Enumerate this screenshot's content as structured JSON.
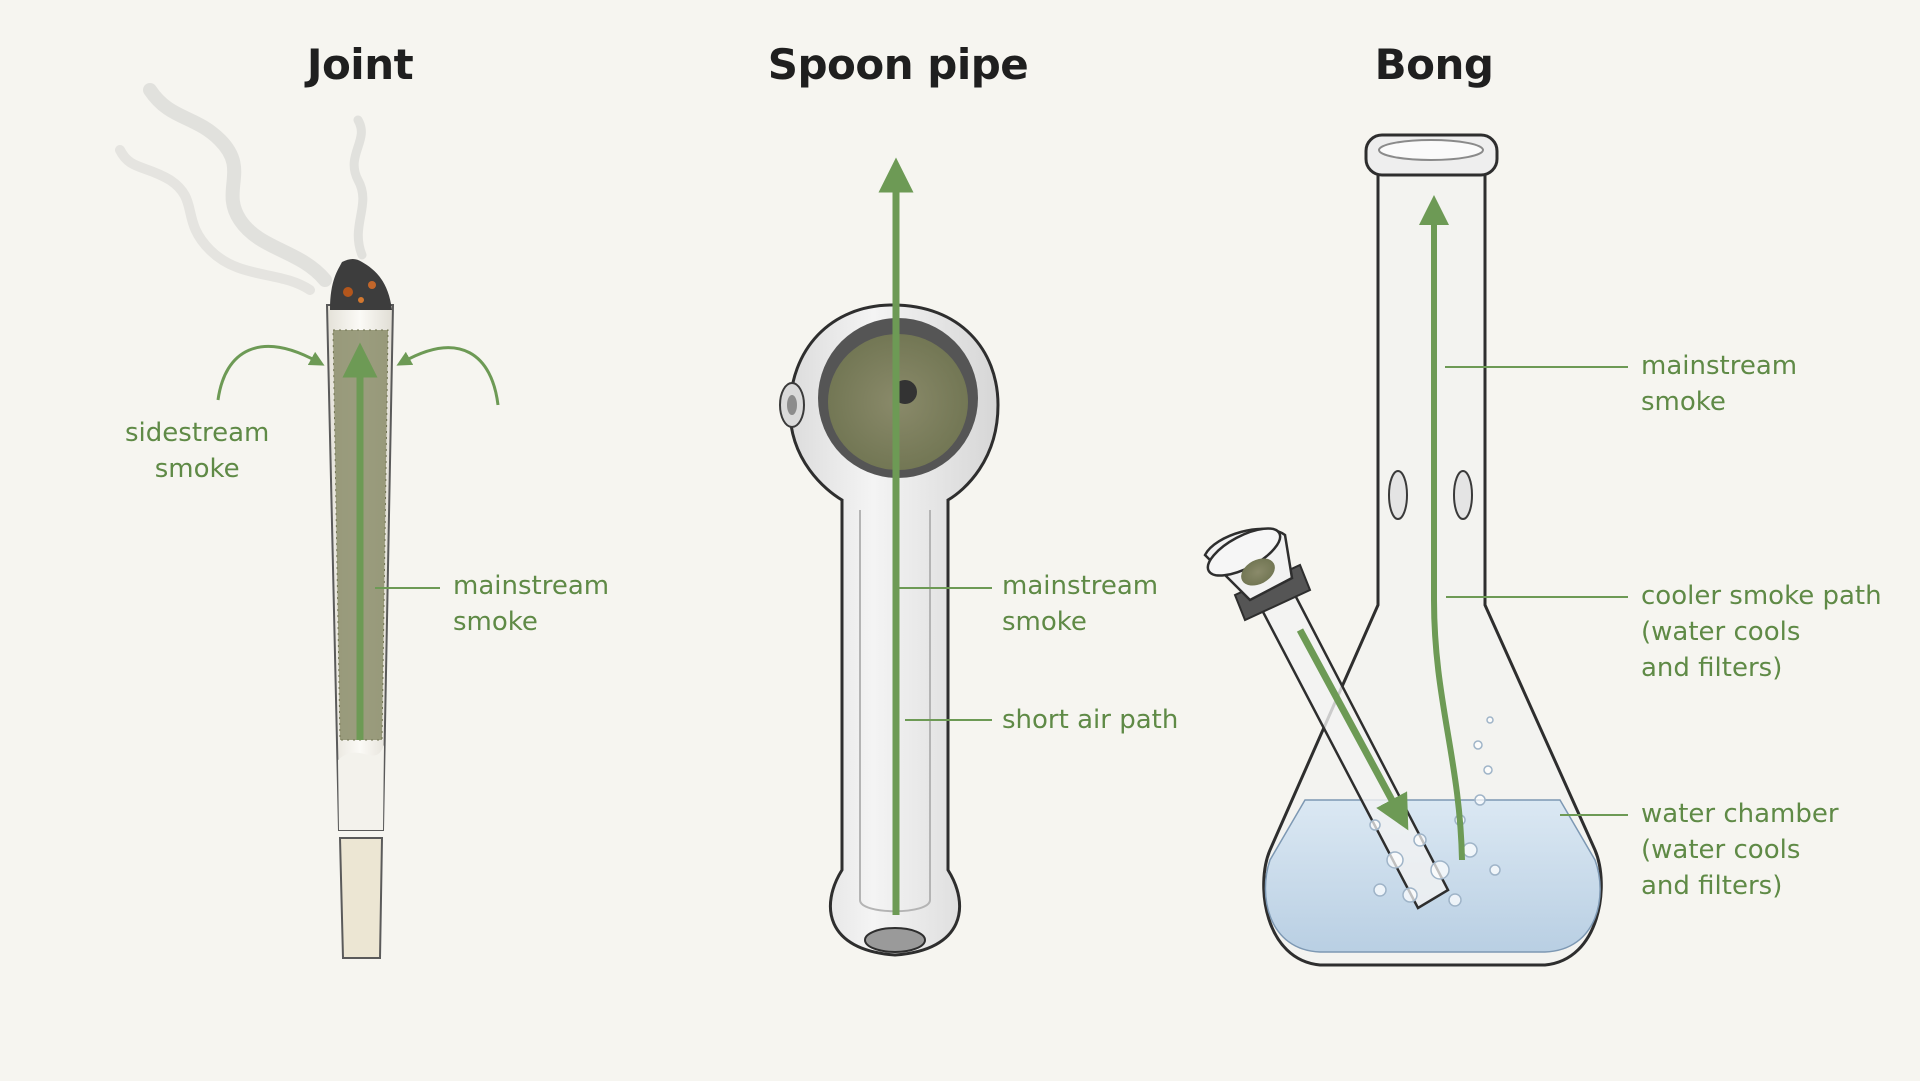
{
  "titles": {
    "joint": "Joint",
    "spoon_pipe": "Spoon pipe",
    "bong": "Bong"
  },
  "joint_labels": {
    "sidestream": "sidestream\nsmoke",
    "mainstream": "mainstream\nsmoke"
  },
  "spoon_labels": {
    "mainstream": "mainstream\nsmoke",
    "air_path": "short air path"
  },
  "bong_labels": {
    "mainstream": "mainstream\nsmoke",
    "cooler_path": "cooler smoke path\n(water cools\nand filters)",
    "water_chamber": "water chamber\n(water cools\nand filters)"
  },
  "colors": {
    "arrow_green": "#6d9a55",
    "label_green": "#5f8a46",
    "water_blue": "#c9dced",
    "glass_outline": "#4a4a4a"
  }
}
